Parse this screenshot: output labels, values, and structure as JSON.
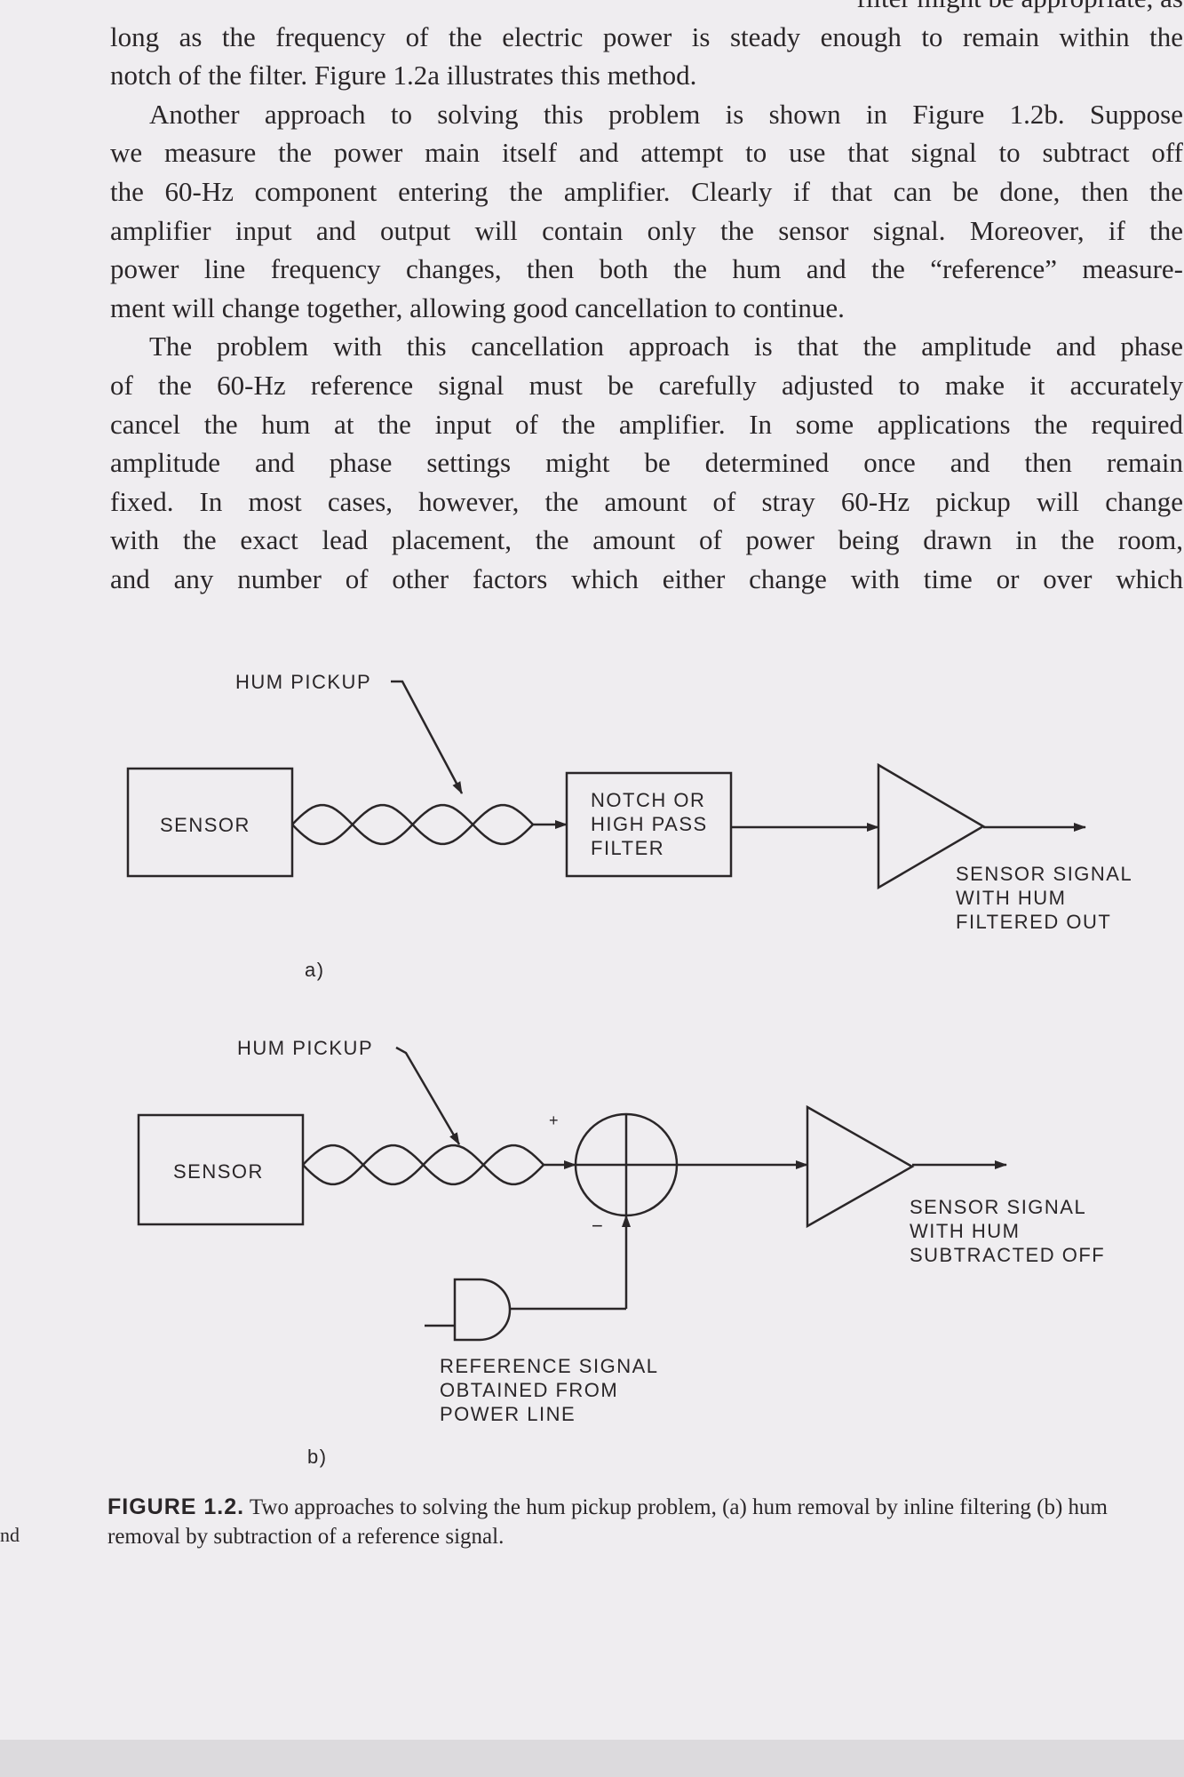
{
  "body": {
    "lines": [
      {
        "text": "filter might be appropriate, as",
        "style": "partial"
      },
      {
        "text": "long as the frequency of the electric power is steady enough to remain within the",
        "style": ""
      },
      {
        "text": "notch of the filter. Figure 1.2a illustrates this method.",
        "style": "last"
      },
      {
        "text": "Another approach to solving this problem is shown in Figure 1.2b. Suppose",
        "style": "indent"
      },
      {
        "text": "we measure the power main itself and attempt to use that signal to subtract off",
        "style": ""
      },
      {
        "text": "the 60-Hz component entering the amplifier. Clearly if that can be done, then the",
        "style": ""
      },
      {
        "text": "amplifier input and output will contain only the sensor signal. Moreover, if the",
        "style": ""
      },
      {
        "text": "power line frequency changes, then both the hum and the “reference” measure-",
        "style": ""
      },
      {
        "text": "ment will change together, allowing good cancellation to continue.",
        "style": "last"
      },
      {
        "text": "The problem with this cancellation approach is that the amplitude and phase",
        "style": "indent"
      },
      {
        "text": "of the 60-Hz reference signal must be carefully adjusted to make it accurately",
        "style": ""
      },
      {
        "text": "cancel the hum at the input of the amplifier. In some applications the required",
        "style": ""
      },
      {
        "text": "amplitude and phase settings might be determined once and then remain",
        "style": ""
      },
      {
        "text": "fixed. In most cases, however, the amount of stray 60-Hz pickup will change",
        "style": ""
      },
      {
        "text": "with the exact lead placement, the amount of power being drawn in the room,",
        "style": ""
      },
      {
        "text": "and any number of other factors which either change with time or over which",
        "style": ""
      }
    ]
  },
  "figure": {
    "a": {
      "hum_pickup": "HUM PICKUP",
      "sensor": "SENSOR",
      "filter": "NOTCH OR\nHIGH PASS\nFILTER",
      "output": "SENSOR SIGNAL\nWITH HUM\nFILTERED OUT",
      "label": "a)"
    },
    "b": {
      "hum_pickup": "HUM PICKUP",
      "sensor": "SENSOR",
      "plus": "+",
      "minus": "−",
      "output": "SENSOR SIGNAL\nWITH HUM\nSUBTRACTED OFF",
      "reference": "REFERENCE SIGNAL\nOBTAINED FROM\nPOWER LINE",
      "label": "b)"
    },
    "caption": {
      "number": "FIGURE 1.2.",
      "text": "Two approaches to solving the hum pickup problem, (a) hum removal by inline filtering (b) hum removal by subtraction of a reference signal."
    }
  },
  "margin_fragment": "nd"
}
